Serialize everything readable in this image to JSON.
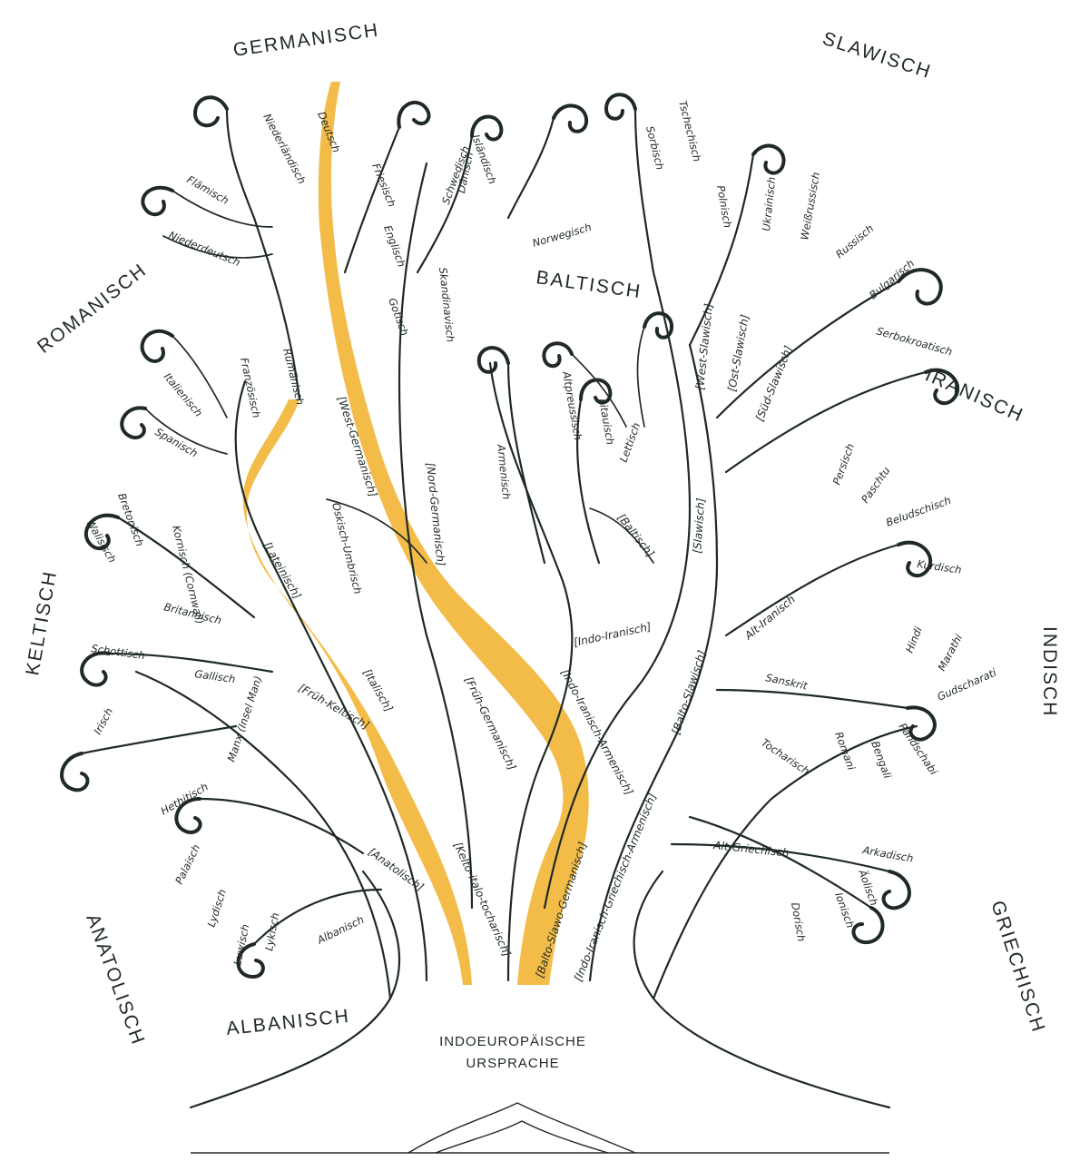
{
  "root": {
    "line1": "INDOEUROPÄISCHE",
    "line2": "URSPRACHE"
  },
  "families": {
    "germanisch": "GERMANISCH",
    "slawisch": "SLAWISCH",
    "romanisch": "ROMANISCH",
    "baltisch": "BALTISCH",
    "iranisch": "IRANISCH",
    "keltisch": "KELTISCH",
    "indisch": "INDISCH",
    "anatolisch": "ANATOLISCH",
    "albanisch": "ALBANISCH",
    "griechisch": "GRIECHISCH"
  },
  "proto": {
    "west_germanisch": "[West-Germanisch]",
    "nord_germanisch": "[Nord-Germanisch]",
    "lateinisch": "[Lateinisch]",
    "italisch": "[Italisch]",
    "frueh_germanisch": "[Früh-Germanisch]",
    "frueh_keltisch": "[Früh-Keltisch]",
    "kelto_italo": "[Kelto-italo-tocharisch]",
    "balto_slawo_germanisch": "[Balto-Slawo-Germanisch]",
    "indo_iranisch_griechisch": "[Indo-Iranisch-Griechisch-Armenisch]",
    "indo_iranisch_armenisch": "[Indo-Iranisch-Armenisch]",
    "indo_iranisch": "[Indo-Iranisch]",
    "balto_slawisch": "[Balto-Slawisch]",
    "slawisch": "[Slawisch]",
    "baltisch": "[Baltisch]",
    "west_slawisch": "[West-Slawisch]",
    "ost_slawisch": "[Ost-Slawisch]",
    "sued_slawisch": "[Süd-Slawisch]",
    "anatolisch": "[Anatolisch]",
    "alt_iranisch": "Alt-Iranisch",
    "alt_griechisch": "Alt-Griechisch"
  },
  "languages": {
    "deutsch": "Deutsch",
    "niederlaendisch": "Niederländisch",
    "flaemisch": "Flämisch",
    "niederdeutsch": "Niederdeutsch",
    "friesisch": "Friesisch",
    "englisch": "Englisch",
    "gotisch": "Gotisch",
    "skandinavisch": "Skandinavisch",
    "islaendisch": "Isländisch",
    "schwedisch": "Schwedisch",
    "daenisch": "Dänisch",
    "norwegisch": "Norwegisch",
    "sorbisch": "Sorbisch",
    "tschechisch": "Tschechisch",
    "polnisch": "Polnisch",
    "ukrainisch": "Ukrainisch",
    "weissrussisch": "Weißrussisch",
    "russisch": "Russisch",
    "bulgarisch": "Bulgarisch",
    "serbokroatisch": "Serbokroatisch",
    "italienisch": "Italienisch",
    "franzoesisch": "Französisch",
    "rumaenisch": "Rumänisch",
    "spanisch": "Spanisch",
    "bretonisch": "Bretonisch",
    "walisisch": "Walisisch",
    "kornisch": "Kornisch (Cornwall)",
    "britannisch": "Britannisch",
    "oskisch": "Oskisch-Umbrisch",
    "armenisch": "Armenisch",
    "altpreussisch": "Altpreussisch",
    "litauisch": "Litauisch",
    "lettisch": "Lettisch",
    "persisch": "Persisch",
    "paschtu": "Paschtu",
    "beludschisch": "Beludschisch",
    "kurdisch": "Kurdisch",
    "hindi": "Hindi",
    "marathi": "Marathi",
    "gudscharati": "Gudscharati",
    "sanskrit": "Sanskrit",
    "romani": "Romani",
    "bengali": "Bengali",
    "pandschabi": "Pandschabi",
    "tocharisch": "Tocharisch",
    "schottisch": "Schottisch",
    "gallisch": "Gallisch",
    "irisch": "Irisch",
    "manx": "Manx (Insel Man)",
    "hethitisch": "Hethitisch",
    "palaisch": "Palaisch",
    "lydisch": "Lydisch",
    "luwisch": "Luwisch",
    "lykisch": "Lykisch",
    "albanisch": "Albanisch",
    "arkadisch": "Arkadisch",
    "aeolisch": "Äolisch",
    "ionisch": "Ionisch",
    "dorisch": "Dorisch"
  }
}
